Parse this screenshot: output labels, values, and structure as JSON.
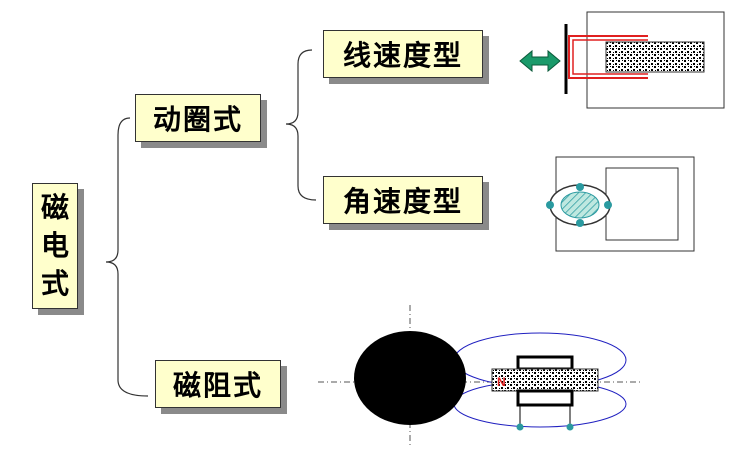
{
  "root": {
    "chars": [
      "磁",
      "电",
      "式"
    ]
  },
  "moving_coil": {
    "label": "动圈式"
  },
  "linear_velocity": {
    "label": "线速度型"
  },
  "angular_velocity": {
    "label": "角速度型"
  },
  "reluctance": {
    "label": "磁阻式",
    "pole_mark": "N"
  },
  "colors": {
    "box_fill": "#ffffcc",
    "shadow": "#8a8a8a",
    "coil_red": "#e02020",
    "arrow_green": "#1a9a6a",
    "sensor_teal": "#2a9aa0",
    "field_blue": "#2020c0"
  }
}
